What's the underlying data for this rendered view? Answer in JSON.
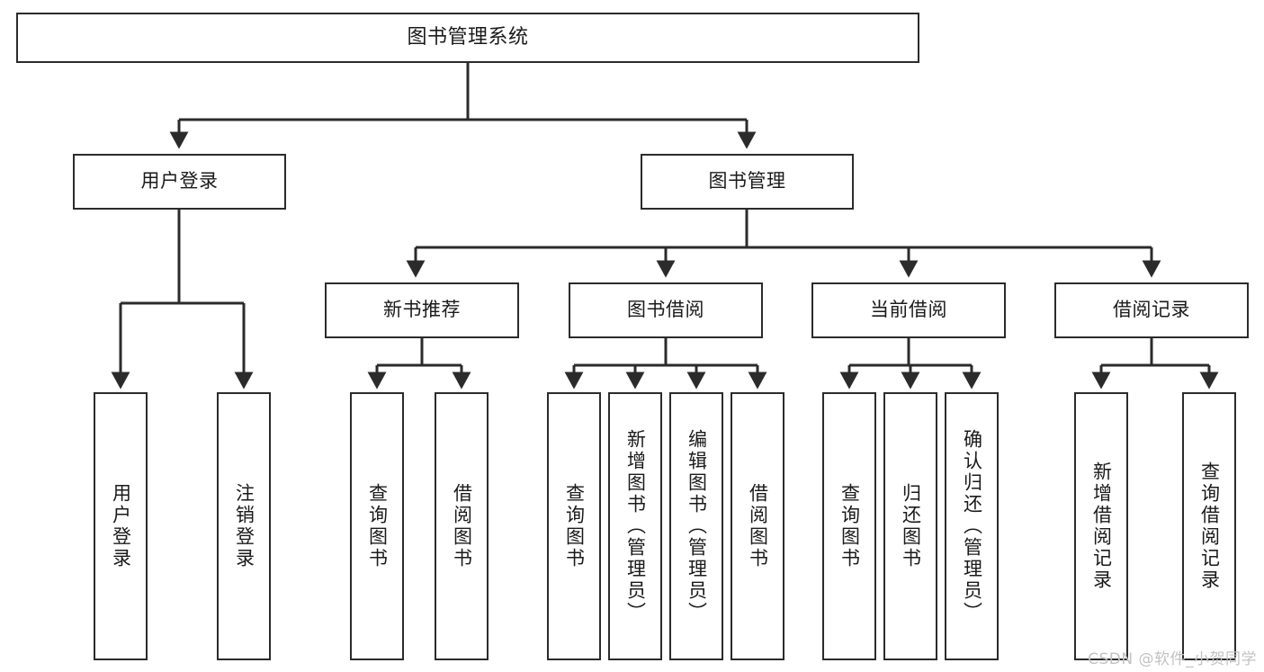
{
  "diagram": {
    "title": "图书管理系统",
    "type": "tree-hierarchy",
    "watermark": "CSDN @软件_小贺同学",
    "colors": {
      "stroke": "#2b2b2b",
      "fill": "#ffffff",
      "text": "#1a1a1a",
      "watermark": "#c2c2c2"
    },
    "nodes": {
      "root": {
        "label": "图书管理系统"
      },
      "level2": [
        {
          "id": "user-login",
          "label": "用户登录"
        },
        {
          "id": "book-management",
          "label": "图书管理"
        }
      ],
      "level3": [
        {
          "id": "new-book-recommend",
          "label": "新书推荐"
        },
        {
          "id": "book-borrow",
          "label": "图书借阅"
        },
        {
          "id": "current-borrow",
          "label": "当前借阅"
        },
        {
          "id": "borrow-record",
          "label": "借阅记录"
        }
      ],
      "leaves": {
        "user_login": [
          {
            "id": "leaf-user-login",
            "label": "用户登录"
          },
          {
            "id": "leaf-logout-login",
            "label": "注销登录"
          }
        ],
        "new_book_recommend": [
          {
            "id": "leaf-query-book-1",
            "label": "查询图书"
          },
          {
            "id": "leaf-borrow-book-1",
            "label": "借阅图书"
          }
        ],
        "book_borrow": [
          {
            "id": "leaf-query-book-2",
            "label": "查询图书"
          },
          {
            "id": "leaf-add-book",
            "label": "新增图书（管理员）"
          },
          {
            "id": "leaf-edit-book",
            "label": "编辑图书（管理员）"
          },
          {
            "id": "leaf-borrow-book-2",
            "label": "借阅图书"
          }
        ],
        "current_borrow": [
          {
            "id": "leaf-query-book-3",
            "label": "查询图书"
          },
          {
            "id": "leaf-return-book",
            "label": "归还图书"
          },
          {
            "id": "leaf-confirm-return",
            "label": "确认归还（管理员）"
          }
        ],
        "borrow_record": [
          {
            "id": "leaf-add-record",
            "label": "新增借阅记录"
          },
          {
            "id": "leaf-query-record",
            "label": "查询借阅记录"
          }
        ]
      }
    }
  }
}
